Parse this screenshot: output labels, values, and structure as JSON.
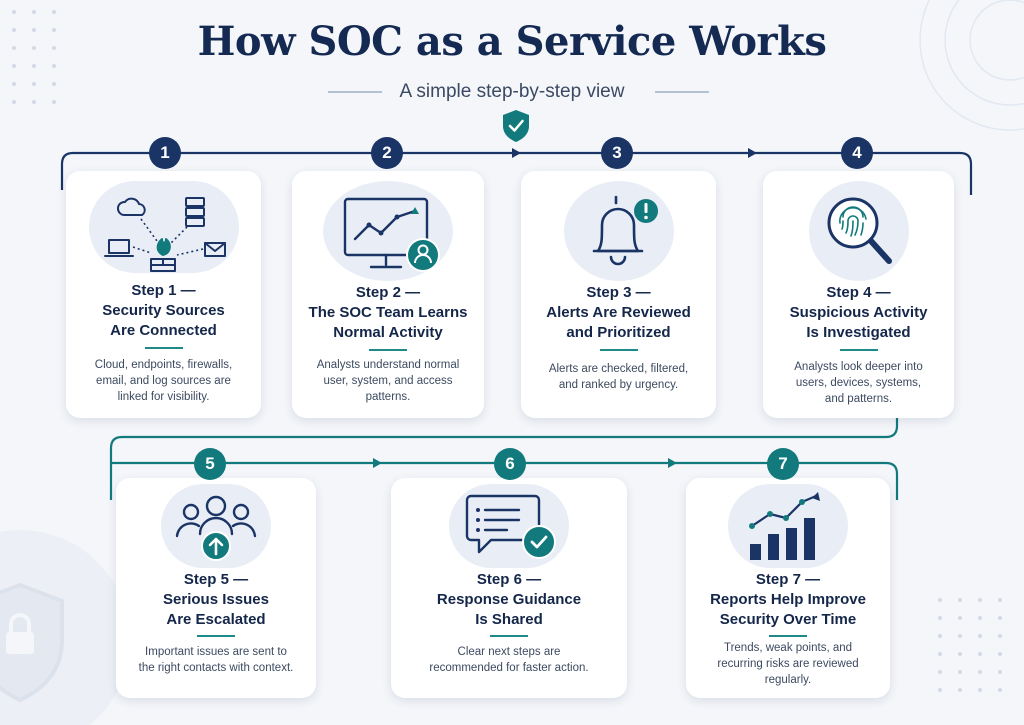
{
  "header": {
    "title": "How SOC as a Service Works",
    "subtitle": "A simple step-by-step view"
  },
  "colors": {
    "navy": "#1b3466",
    "teal": "#127a7d",
    "accent_rule": "#1f8a8a",
    "background": "#f4f6fa",
    "card": "#ffffff"
  },
  "steps": [
    {
      "number": "1",
      "title_lines": [
        "Step 1 —",
        "Security Sources",
        "Are Connected"
      ],
      "desc_lines": [
        "Cloud, endpoints, firewalls,",
        "email, and log sources are",
        "linked for visibility."
      ],
      "icon": "network-sources-icon"
    },
    {
      "number": "2",
      "title_lines": [
        "Step 2 —",
        "The SOC Team Learns",
        "Normal Activity"
      ],
      "desc_lines": [
        "Analysts understand normal",
        "user, system, and access",
        "patterns."
      ],
      "icon": "monitor-analyst-icon"
    },
    {
      "number": "3",
      "title_lines": [
        "Step 3 —",
        "Alerts Are Reviewed",
        "and Prioritized"
      ],
      "desc_lines": [
        "Alerts are checked, filtered,",
        "and ranked by urgency."
      ],
      "icon": "alert-bell-icon"
    },
    {
      "number": "4",
      "title_lines": [
        "Step 4 —",
        "Suspicious Activity",
        "Is Investigated"
      ],
      "desc_lines": [
        "Analysts look deeper into",
        "users, devices, systems,",
        "and patterns."
      ],
      "icon": "fingerprint-magnifier-icon"
    },
    {
      "number": "5",
      "title_lines": [
        "Step 5 —",
        "Serious Issues",
        "Are Escalated"
      ],
      "desc_lines": [
        "Important issues are sent to",
        "the right contacts with context."
      ],
      "icon": "team-escalate-icon"
    },
    {
      "number": "6",
      "title_lines": [
        "Step 6 —",
        "Response Guidance",
        "Is Shared"
      ],
      "desc_lines": [
        "Clear next steps are",
        "recommended for faster action."
      ],
      "icon": "chat-check-icon"
    },
    {
      "number": "7",
      "title_lines": [
        "Step 7 —",
        "Reports Help Improve",
        "Security Over Time"
      ],
      "desc_lines": [
        "Trends, weak points, and",
        "recurring risks are reviewed",
        "regularly."
      ],
      "icon": "bar-chart-trend-icon"
    }
  ]
}
